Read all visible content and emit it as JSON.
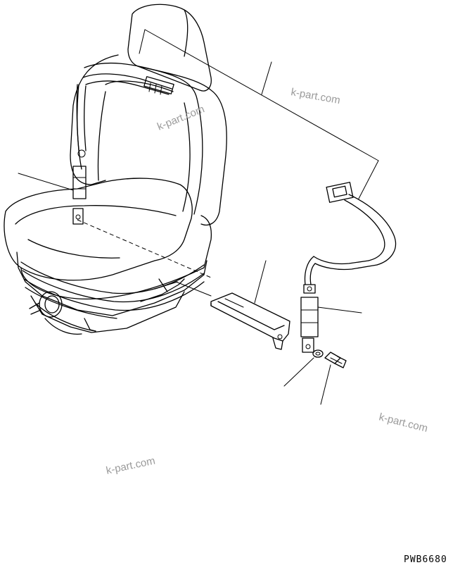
{
  "drawing": {
    "code": "PWB6680",
    "watermarks": [
      "k-part.com",
      "k-part.com",
      "k-part.com",
      "k-part.com"
    ]
  },
  "colors": {
    "line": "#000000",
    "watermark": "#9a9a9a",
    "background": "#ffffff"
  }
}
